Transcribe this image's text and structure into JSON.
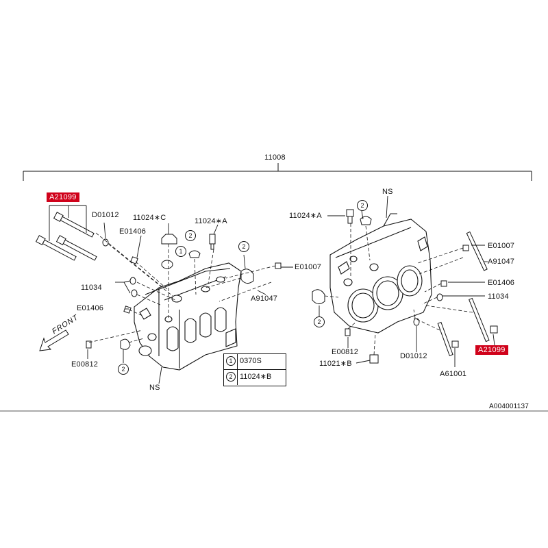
{
  "assembly_number": "11008",
  "left_block": {
    "highlight_label": "A21099",
    "labels": {
      "d01012": "D01012",
      "e01406_top": "E01406",
      "p11024_c": "11024∗C",
      "p11024_a": "11024∗A",
      "p11034": "11034",
      "e01406_bottom": "E01406",
      "e00812": "E00812",
      "e01007": "E01007",
      "a91047": "A91047",
      "ns": "NS",
      "front": "FRONT"
    },
    "callouts": {
      "c1": "1",
      "c2_top": "2",
      "c2_right": "2",
      "c2_bottom": "2"
    }
  },
  "right_block": {
    "highlight_label": "A21099",
    "labels": {
      "ns": "NS",
      "p11024_a": "11024∗A",
      "e01007": "E01007",
      "a91047": "A91047",
      "e01406": "E01406",
      "p11034": "11034",
      "e00812": "E00812",
      "d01012": "D01012",
      "p11021_b": "11021∗B",
      "a61001": "A61001"
    },
    "callouts": {
      "c2_top": "2",
      "c2_left": "2"
    }
  },
  "legend": [
    {
      "num": "1",
      "part": "0370S"
    },
    {
      "num": "2",
      "part": "11024∗B"
    }
  ],
  "figure_id": "A004001137",
  "colors": {
    "highlight": "#d0021b",
    "line": "#111111",
    "background": "#ffffff"
  }
}
